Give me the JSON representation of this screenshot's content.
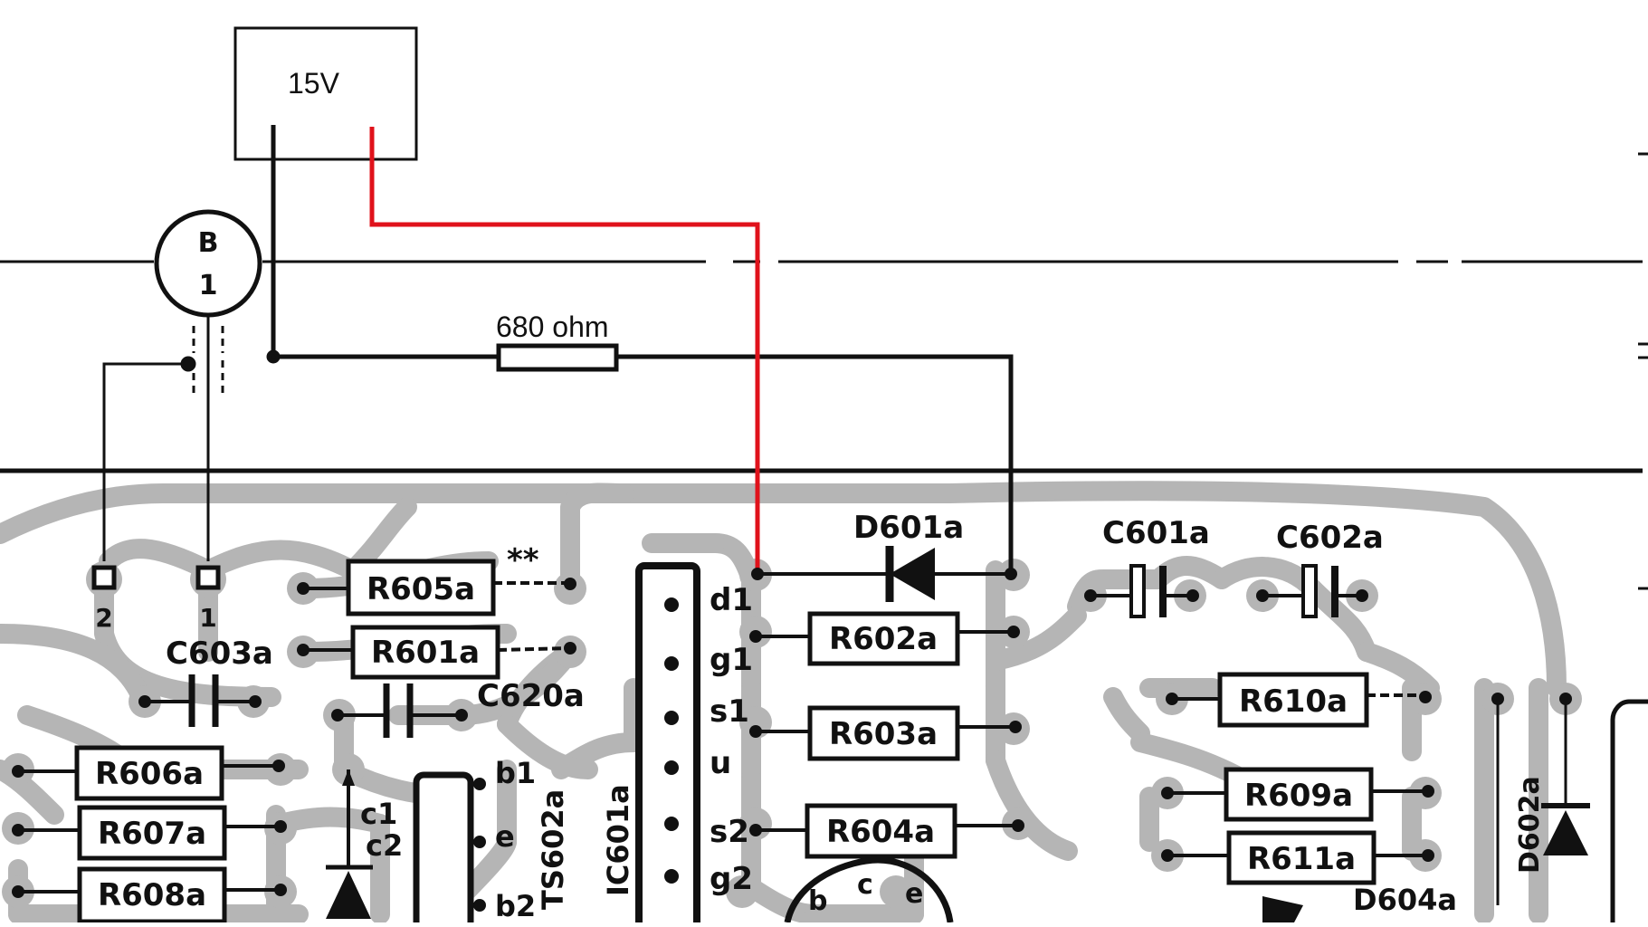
{
  "annotations": {
    "supply_label": "15V",
    "resistor_label": "680 ohm"
  },
  "connector": {
    "letter": "B",
    "number": "1"
  },
  "pins": {
    "pin2": "2",
    "pin1": "1"
  },
  "stars": "**",
  "components": {
    "r605a": "R605a",
    "r601a": "R601a",
    "c603a": "C603a",
    "c620a": "C620a",
    "r606a": "R606a",
    "r607a": "R607a",
    "r608a": "R608a",
    "d601a": "D601a",
    "r602a": "R602a",
    "r603a": "R603a",
    "r604a": "R604a",
    "c601a": "C601a",
    "c602a": "C602a",
    "r610a": "R610a",
    "r609a": "R609a",
    "r611a": "R611a",
    "d602a": "D602a",
    "d604a": "D604a",
    "ts602a": "TS602a",
    "ic601a": "IC601a"
  },
  "ic_pins": {
    "d1": "d1",
    "g1": "g1",
    "s1": "s1",
    "u": "u",
    "s2": "s2",
    "g2": "g2"
  },
  "transistor_pins": {
    "b1": "b1",
    "e": "e",
    "b2": "b2",
    "c1": "c1",
    "c2": "c2"
  },
  "bottom_transistor": {
    "b": "b",
    "c": "c",
    "e": "e"
  },
  "colors": {
    "trace": "#b5b5b5",
    "red_wire": "#e0121b",
    "black_wire": "#111111",
    "background": "#ffffff"
  }
}
